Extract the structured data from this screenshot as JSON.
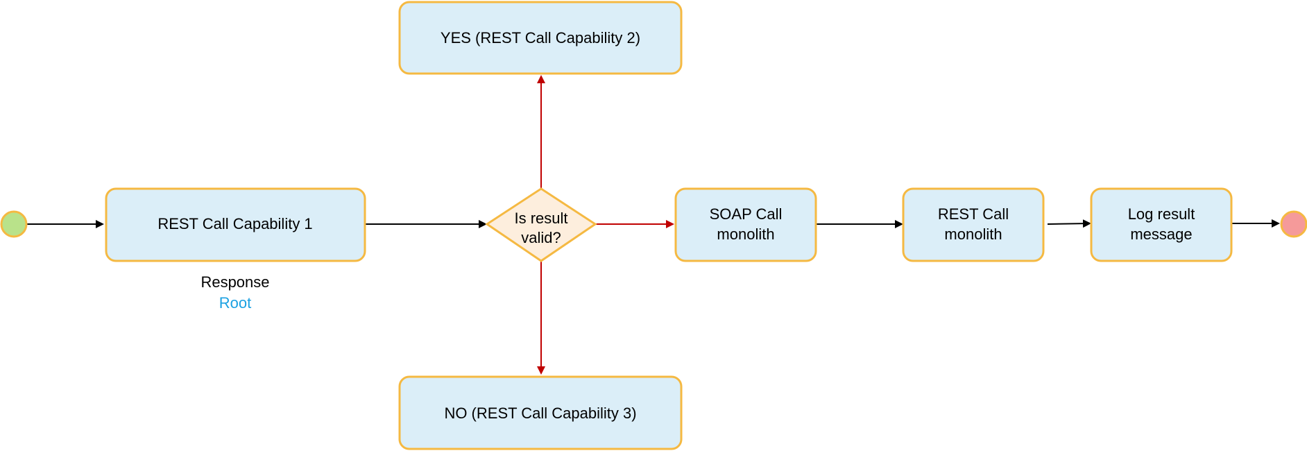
{
  "diagram": {
    "start": {
      "icon": "start-circle-icon"
    },
    "end": {
      "icon": "end-circle-icon"
    },
    "nodes": {
      "rest_cap1": {
        "lines": [
          "REST Call Capability 1"
        ]
      },
      "decision": {
        "lines": [
          "Is result",
          "valid?"
        ]
      },
      "yes": {
        "lines": [
          "YES (REST Call Capability 2)"
        ]
      },
      "no": {
        "lines": [
          "NO (REST Call Capability 3)"
        ]
      },
      "soap": {
        "lines": [
          "SOAP Call",
          "monolith"
        ]
      },
      "rest_mono": {
        "lines": [
          "REST Call",
          "monolith"
        ]
      },
      "log": {
        "lines": [
          "Log result",
          "message"
        ]
      }
    },
    "caption": {
      "line1": "Response",
      "line2": "Root"
    }
  },
  "colors": {
    "box_fill": "#dbeef8",
    "box_stroke": "#f5b942",
    "decision_fill": "#fdeedd",
    "start_fill": "#b9e28a",
    "end_fill": "#f59a9a",
    "arrow_black": "#000000",
    "arrow_red": "#c00000",
    "caption_accent": "#1ba1e2"
  }
}
